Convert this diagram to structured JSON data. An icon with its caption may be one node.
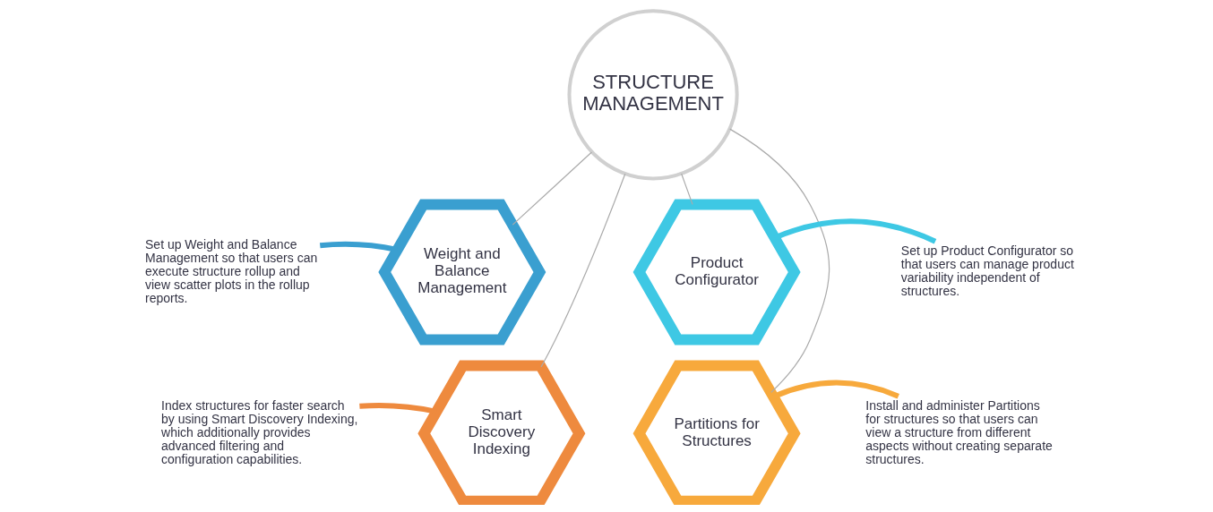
{
  "diagram": {
    "nodes": [
      {
        "text": [
          "STRUCTURE MANAGEMENT"
        ]
      },
      {
        "text": [
          "Weight and Balance Management"
        ]
      },
      {
        "text": [
          "Set up Weight and Balance Management so that users can execute structure rollup and view scatter plots in the rollup reports."
        ]
      },
      {
        "text": [
          "Product Configurator"
        ]
      },
      {
        "text": [
          "Set up Product Configurator so that users can manage product variability independent of structures."
        ]
      },
      {
        "text": [
          "Smart Discovery Indexing"
        ]
      },
      {
        "text": [
          "Index structures for faster search by using Smart Discovery Indexing, which additionally provides advanced filtering and configuration capabilities."
        ]
      },
      {
        "text": [
          "Partitions for Structures"
        ]
      },
      {
        "text": [
          "Install and administer Partitions for structures so that users can view a structure from different aspects without creating separate structures."
        ]
      }
    ],
    "edges": [
      {
        "from": 0,
        "to": 1,
        "arrow": "none"
      },
      {
        "from": 0,
        "to": 3,
        "arrow": "none"
      },
      {
        "from": 0,
        "to": 5,
        "arrow": "none"
      },
      {
        "from": 0,
        "to": 7,
        "arrow": "none"
      },
      {
        "from": 2,
        "to": 1,
        "arrow": "none",
        "style": "thick",
        "color": "#3a9fd0"
      },
      {
        "from": 3,
        "to": 4,
        "arrow": "none",
        "style": "thick",
        "color": "#3ec8e4"
      },
      {
        "from": 6,
        "to": 5,
        "arrow": "none",
        "style": "thick",
        "color": "#ee8a3e"
      },
      {
        "from": 7,
        "to": 8,
        "arrow": "none",
        "style": "thick",
        "color": "#f7a93c"
      }
    ]
  }
}
